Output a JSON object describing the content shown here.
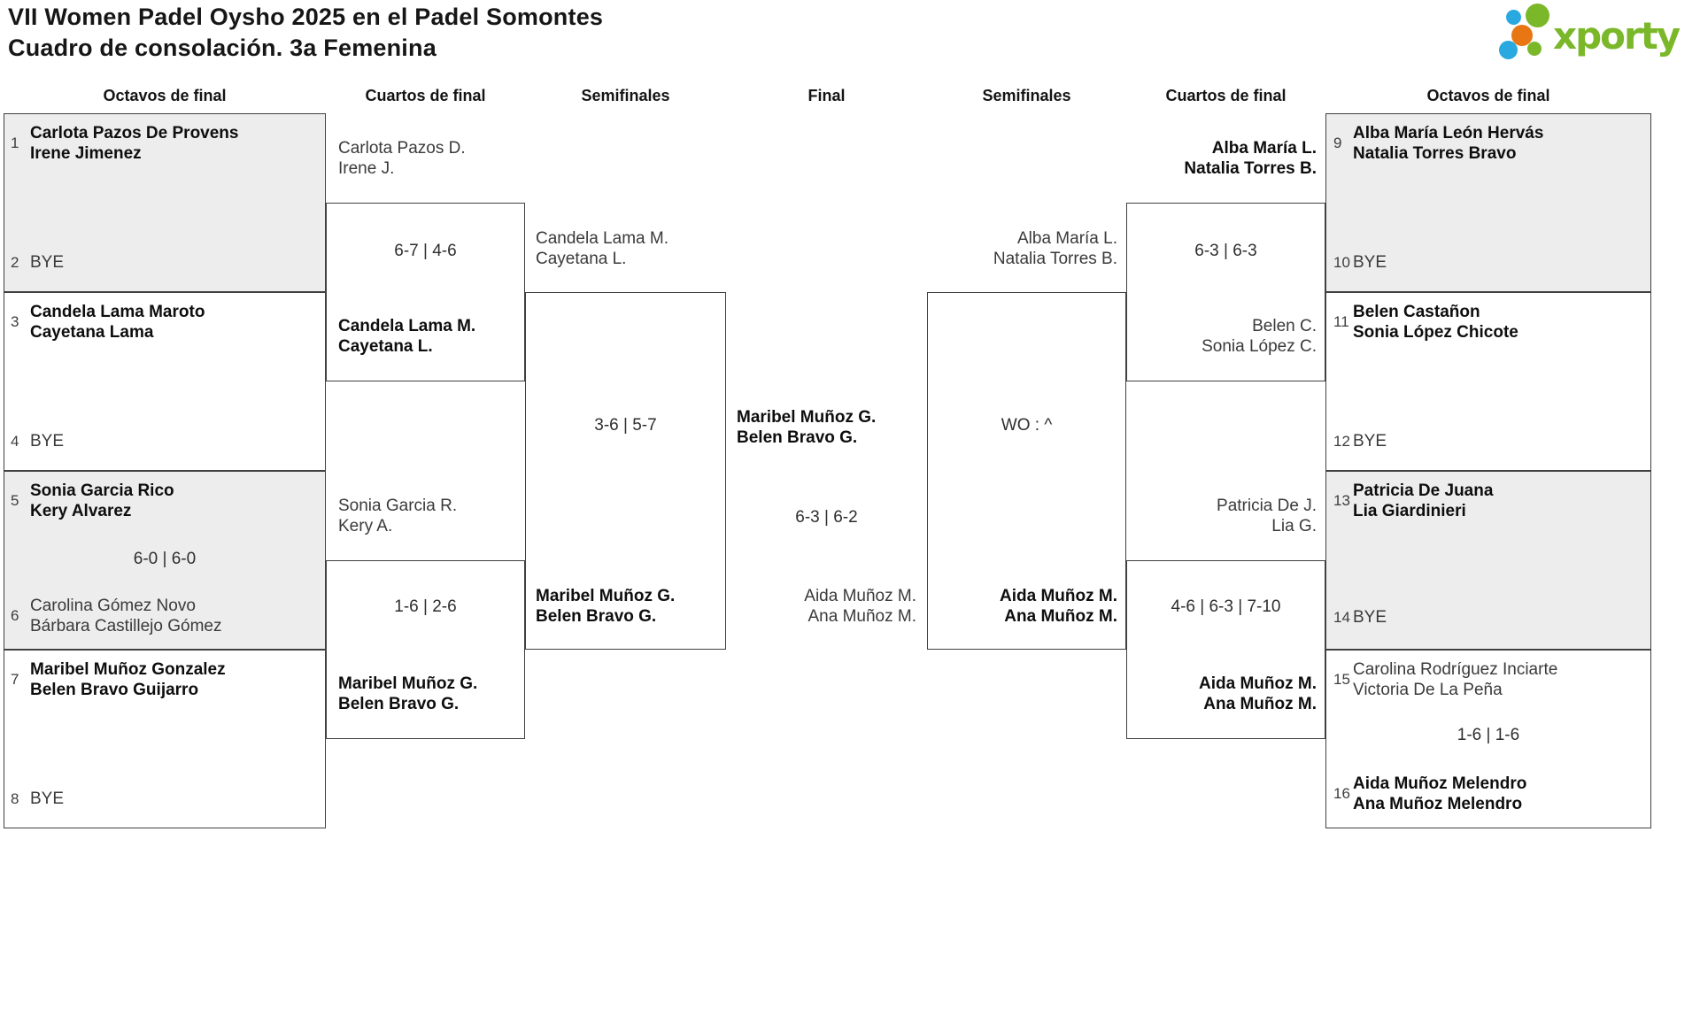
{
  "header": {
    "title_line1": "VII Women Padel Oysho 2025 en el Padel Somontes",
    "title_line2": "Cuadro de consolación. 3a Femenina"
  },
  "logo": {
    "text": "xporty",
    "green": "#7ab829",
    "blue": "#2aa9e0",
    "orange": "#e87613"
  },
  "rounds": {
    "octavos_left": "Octavos de final",
    "cuartos_left": "Cuartos de final",
    "semis_left": "Semifinales",
    "final": "Final",
    "semis_right": "Semifinales",
    "cuartos_right": "Cuartos de final",
    "octavos_right": "Octavos de final"
  },
  "bracket": {
    "r1_left": [
      {
        "seed_top": "1",
        "team_top": "Carlota Pazos De Provens\nIrene Jimenez",
        "seed_bottom": "2",
        "team_bottom": "BYE",
        "score": ""
      },
      {
        "seed_top": "3",
        "team_top": "Candela Lama Maroto\nCayetana Lama",
        "seed_bottom": "4",
        "team_bottom": "BYE",
        "score": ""
      },
      {
        "seed_top": "5",
        "team_top": "Sonia Garcia Rico\nKery Alvarez",
        "seed_bottom": "6",
        "team_bottom": "Carolina Gómez Novo\nBárbara Castillejo Gómez",
        "score": "6-0 | 6-0"
      },
      {
        "seed_top": "7",
        "team_top": "Maribel Muñoz Gonzalez\nBelen Bravo Guijarro",
        "seed_bottom": "8",
        "team_bottom": "BYE",
        "score": ""
      }
    ],
    "r1_right": [
      {
        "seed_top": "9",
        "team_top": "Alba María León Hervás\nNatalia Torres Bravo",
        "seed_bottom": "10",
        "team_bottom": "BYE",
        "score": ""
      },
      {
        "seed_top": "11",
        "team_top": "Belen Castañon\nSonia López Chicote",
        "seed_bottom": "12",
        "team_bottom": "BYE",
        "score": ""
      },
      {
        "seed_top": "13",
        "team_top": "Patricia De Juana\nLia Giardinieri",
        "seed_bottom": "14",
        "team_bottom": "BYE",
        "score": ""
      },
      {
        "seed_top": "15",
        "team_top": "Carolina Rodríguez Inciarte\nVictoria De La Peña",
        "seed_bottom": "16",
        "team_bottom": "Aida Muñoz Melendro\nAna Muñoz Melendro",
        "score": "1-6 | 1-6"
      }
    ],
    "qf_left": [
      {
        "team_top": "Carlota Pazos D.\nIrene J.",
        "score": "6-7 | 4-6",
        "team_bottom": "Candela Lama M.\nCayetana L."
      },
      {
        "team_top": "Sonia Garcia R.\nKery A.",
        "score": "1-6 | 2-6",
        "team_bottom": "Maribel Muñoz G.\nBelen Bravo G."
      }
    ],
    "qf_right": [
      {
        "team_top": "Alba María L.\nNatalia Torres B.",
        "score": "6-3 | 6-3",
        "team_bottom": "Belen C.\nSonia López C."
      },
      {
        "team_top": "Patricia De J.\nLia G.",
        "score": "4-6 | 6-3 | 7-10",
        "team_bottom": "Aida Muñoz M.\nAna Muñoz M."
      }
    ],
    "sf_left": {
      "team_top": "Candela Lama M.\nCayetana L.",
      "score": "3-6 | 5-7",
      "team_bottom": "Maribel Muñoz G.\nBelen Bravo G."
    },
    "sf_right": {
      "team_top": "Alba María L.\nNatalia Torres B.",
      "score": "WO : ^",
      "team_bottom": "Aida Muñoz M.\nAna Muñoz M."
    },
    "final": {
      "team_top": "Maribel Muñoz G.\nBelen Bravo G.",
      "score": "6-3 | 6-2",
      "team_bottom": "Aida Muñoz M.\nAna Muñoz M."
    }
  }
}
